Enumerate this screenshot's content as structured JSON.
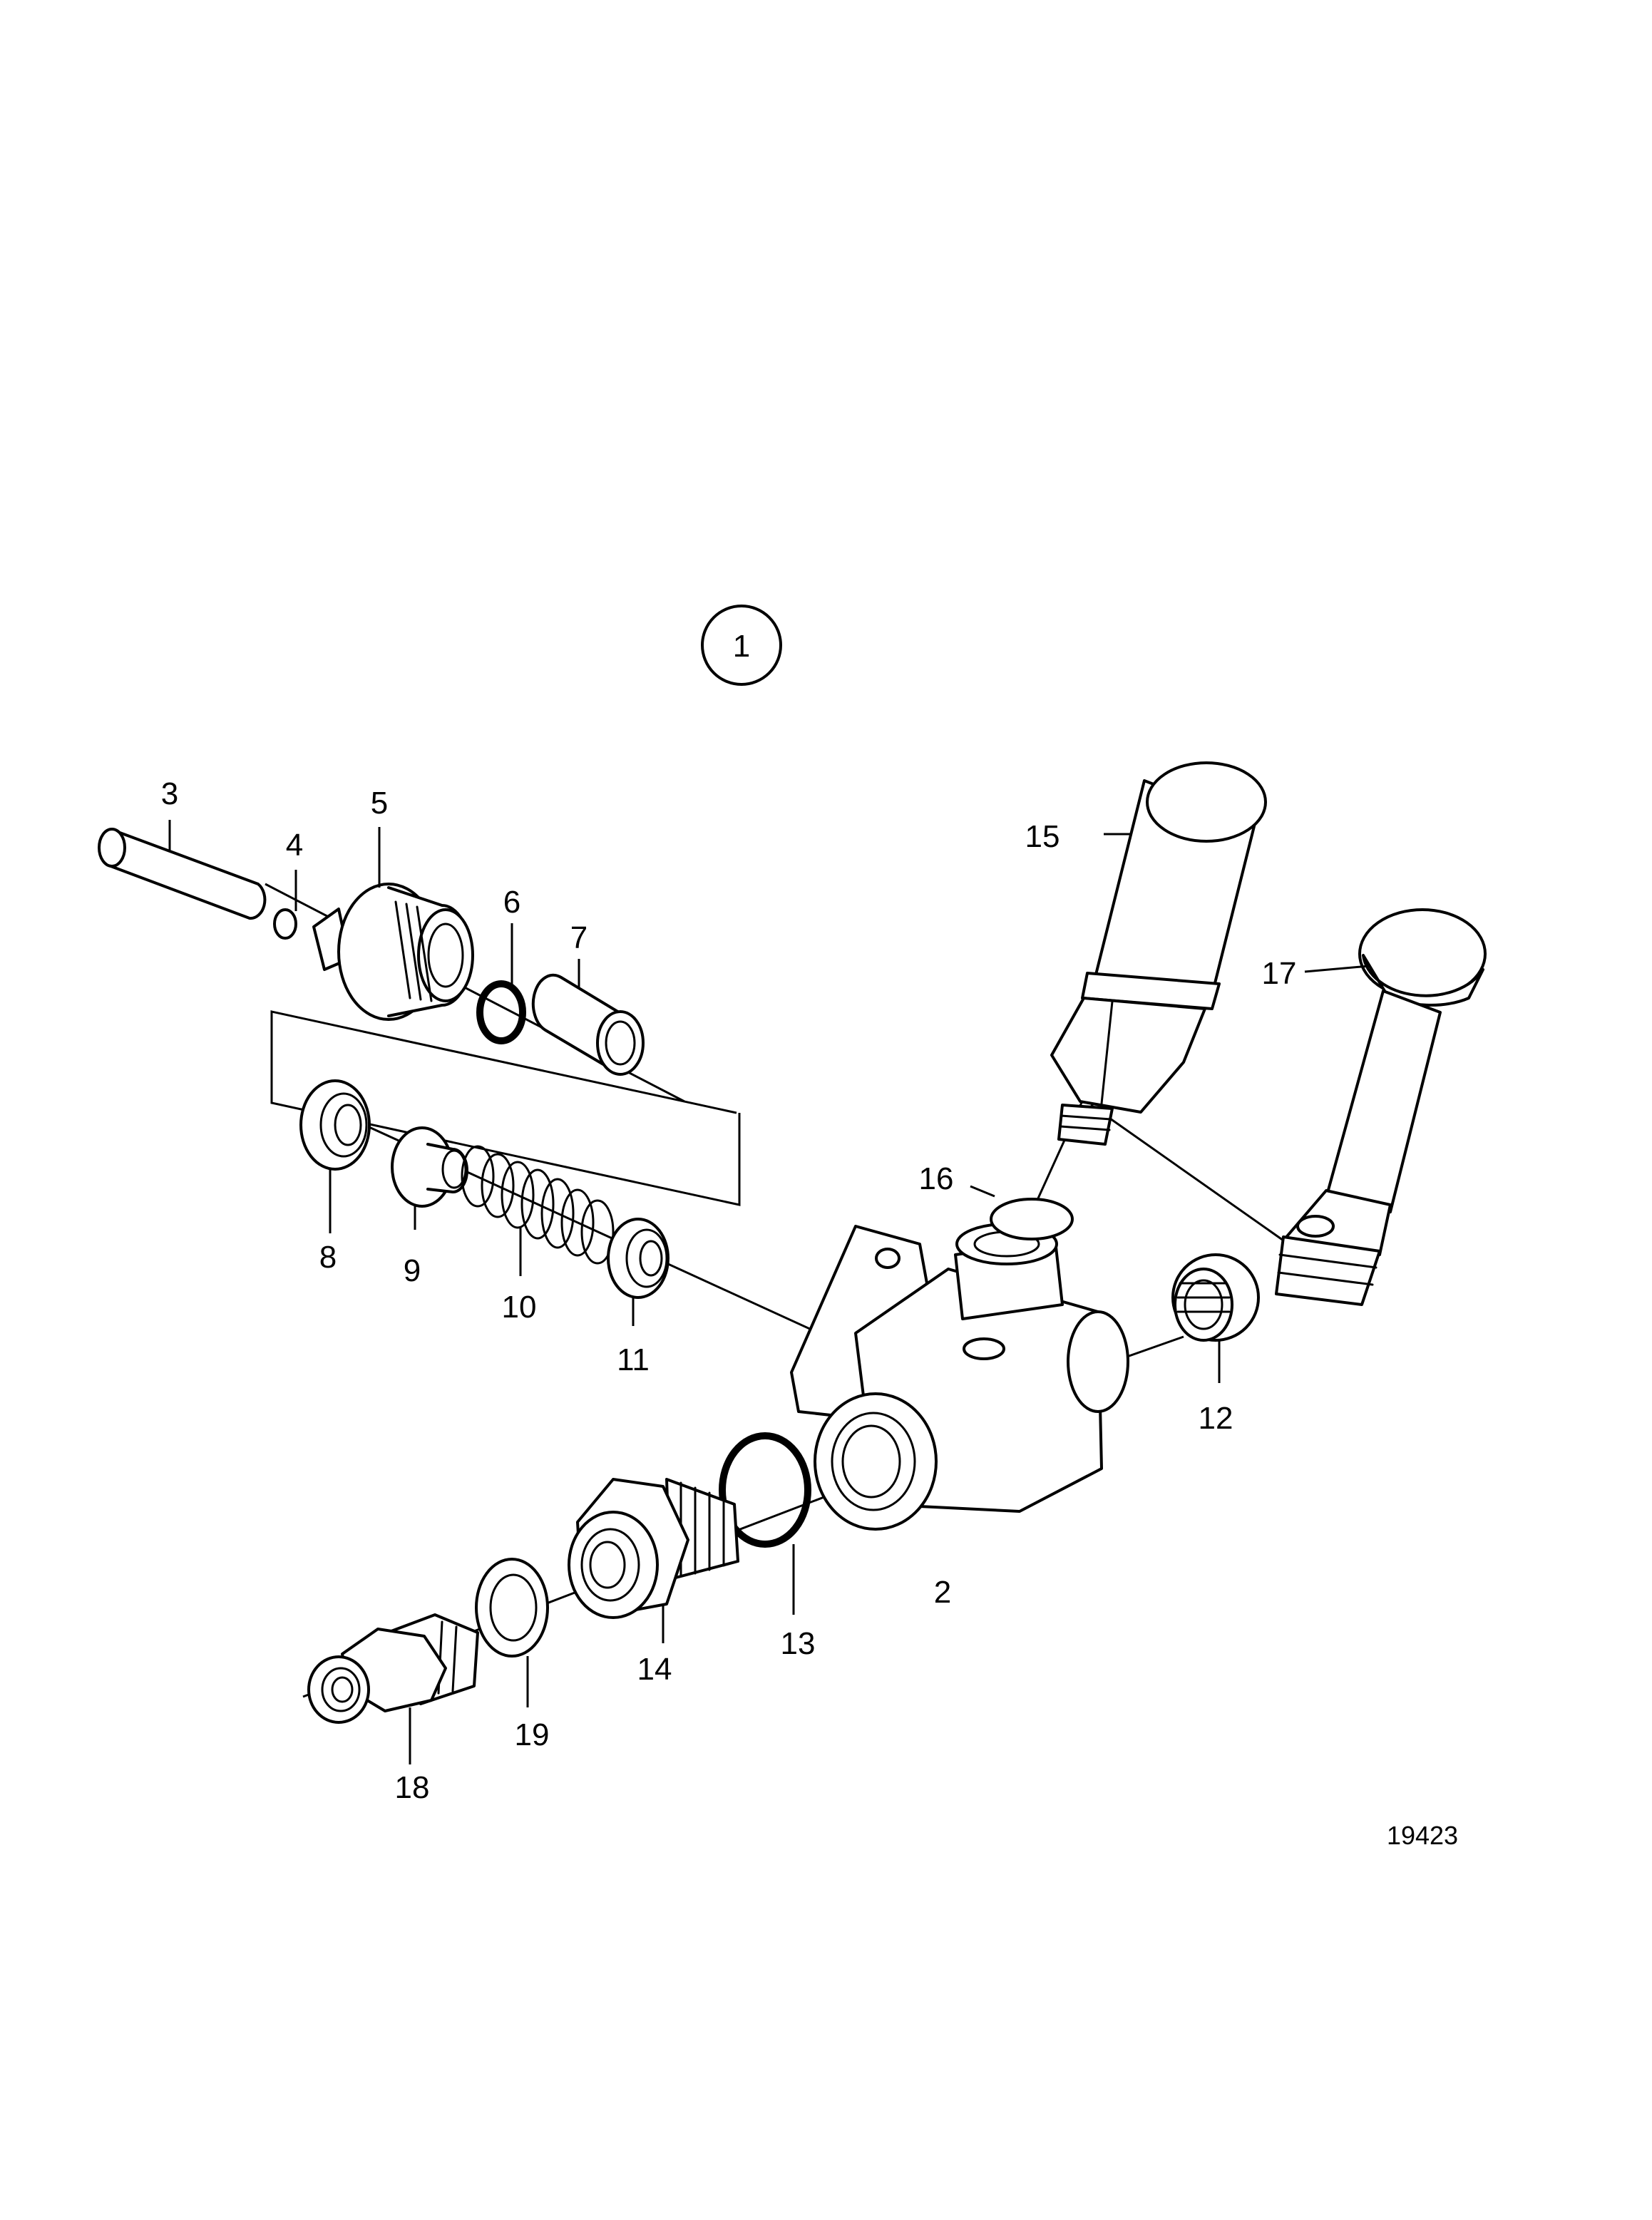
{
  "assembly_marker": "1",
  "figure_number": "19423",
  "callouts": {
    "c2": "2",
    "c3": "3",
    "c4": "4",
    "c5": "5",
    "c6": "6",
    "c7": "7",
    "c8": "8",
    "c9": "9",
    "c10": "10",
    "c11": "11",
    "c12": "12",
    "c13": "13",
    "c14": "14",
    "c15": "15",
    "c16": "16",
    "c17": "17",
    "c18": "18",
    "c19": "19"
  },
  "colors": {
    "ink": "#000000",
    "paper": "#ffffff"
  }
}
